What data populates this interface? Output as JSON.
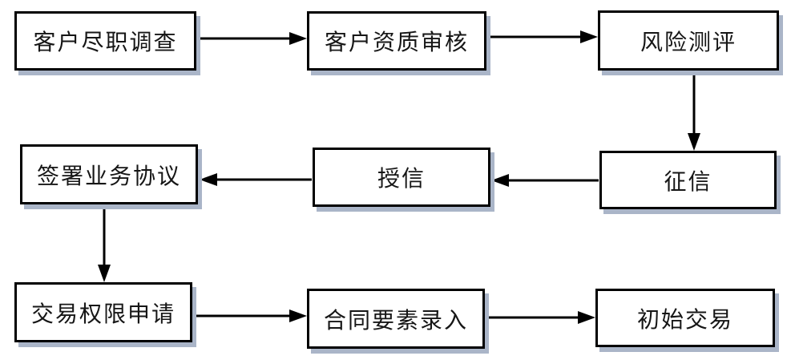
{
  "diagram": {
    "type": "flowchart",
    "nodes": [
      {
        "id": "n1",
        "label": "客户尽职调查"
      },
      {
        "id": "n2",
        "label": "客户资质审核"
      },
      {
        "id": "n3",
        "label": "风险测评"
      },
      {
        "id": "n4",
        "label": "签署业务协议"
      },
      {
        "id": "n5",
        "label": "授信"
      },
      {
        "id": "n6",
        "label": "征信"
      },
      {
        "id": "n7",
        "label": "交易权限申请"
      },
      {
        "id": "n8",
        "label": "合同要素录入"
      },
      {
        "id": "n9",
        "label": "初始交易"
      }
    ],
    "edges": [
      {
        "from": "n1",
        "to": "n2",
        "direction": "right"
      },
      {
        "from": "n2",
        "to": "n3",
        "direction": "right"
      },
      {
        "from": "n3",
        "to": "n6",
        "direction": "down"
      },
      {
        "from": "n6",
        "to": "n5",
        "direction": "left"
      },
      {
        "from": "n5",
        "to": "n4",
        "direction": "left"
      },
      {
        "from": "n4",
        "to": "n7",
        "direction": "down"
      },
      {
        "from": "n7",
        "to": "n8",
        "direction": "right"
      },
      {
        "from": "n8",
        "to": "n9",
        "direction": "right"
      }
    ],
    "colors": {
      "background": "#ffffff",
      "box_fill": "#ffffff",
      "box_border": "#000000",
      "box_shadow": "#aab5c8",
      "arrow": "#000000",
      "text": "#161616"
    }
  }
}
